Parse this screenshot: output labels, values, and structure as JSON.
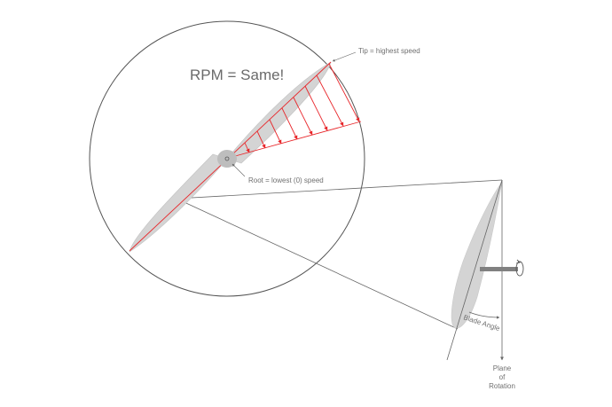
{
  "labels": {
    "title": "RPM = Same!",
    "tip": "Tip = highest speed",
    "root": "Root = lowest (0) speed",
    "blade_angle": "Blade Angle",
    "plane_line1": "Plane",
    "plane_line2": "of",
    "plane_line3": "Rotation"
  },
  "colors": {
    "outline": "#555555",
    "blade_fill": "#d4d4d4",
    "blade_dark": "#c2c2c2",
    "hub_fill": "#bdbdbd",
    "velocity_arrow": "#e8272b",
    "shaft": "#808080",
    "text": "#666666"
  },
  "icons": {
    "rotation_direction": "rotation-arrow-icon"
  }
}
